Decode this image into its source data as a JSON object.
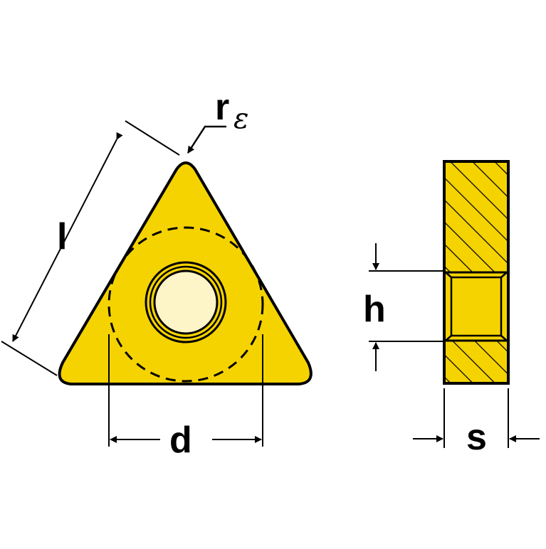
{
  "labels": {
    "corner_radius_main": "r",
    "corner_radius_sub": "ε",
    "edge_length": "l",
    "inscribed_circle": "d",
    "hole_height": "h",
    "thickness": "s"
  },
  "colors": {
    "insert_fill": "#f5d300",
    "hole_fill": "#fdf4c8",
    "outline": "#000000",
    "background": "#ffffff"
  }
}
